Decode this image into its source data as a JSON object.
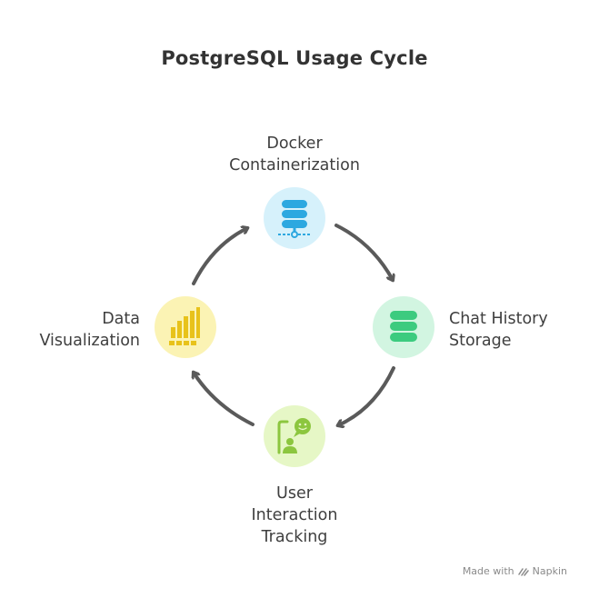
{
  "title": "PostgreSQL Usage Cycle",
  "nodes": {
    "top": {
      "lines": [
        "Docker",
        "Containerization"
      ],
      "icon": "database-network-icon",
      "color": "#2da8e0"
    },
    "right": {
      "lines": [
        "Chat History",
        "Storage"
      ],
      "icon": "database-icon",
      "color": "#3ccb7f"
    },
    "bottom": {
      "lines": [
        "User",
        "Interaction",
        "Tracking"
      ],
      "icon": "user-chat-icon",
      "color": "#8cc63f"
    },
    "left": {
      "lines": [
        "Data",
        "Visualization"
      ],
      "icon": "bar-chart-icon",
      "color": "#e8c21a"
    }
  },
  "footer": {
    "made_with": "Made with",
    "brand": "Napkin"
  }
}
